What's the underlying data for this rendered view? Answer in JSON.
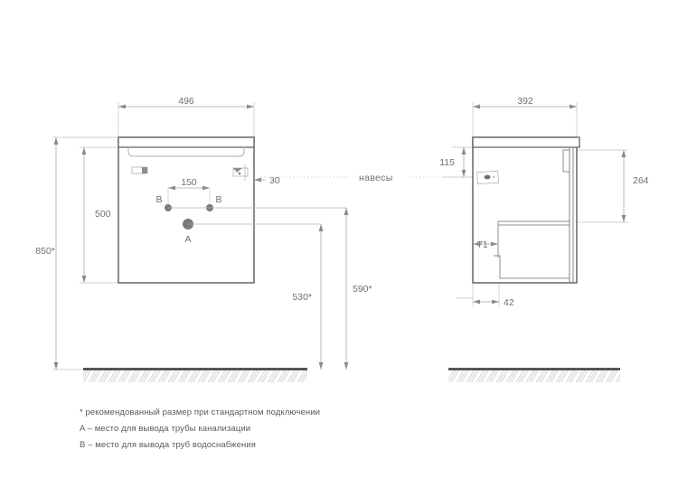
{
  "drawing": {
    "title_type": "technical-dimension-drawing",
    "front_view": {
      "dimensions": {
        "width_total": "496",
        "height_cabinet": "500",
        "height_overall": "850*",
        "spacing_brackets": "150",
        "edge_offset": "30",
        "drain_height": "530*",
        "supply_height": "590*"
      },
      "markers": {
        "supply_left": "B",
        "supply_right": "B",
        "drain": "A"
      }
    },
    "side_view": {
      "dimensions": {
        "depth_total": "392",
        "bracket_top": "115",
        "bracket_zone": "264",
        "plinth_offset": "71",
        "plinth_width": "42"
      }
    },
    "leader_label": "навесы",
    "legend": [
      "* рекомендованный размер при стандартном подключении",
      "A – место для вывода трубы канализации",
      "B – место для вывода труб водоснабжения"
    ]
  },
  "colors": {
    "outline": "#6e6e6e",
    "thin_line": "#b5b5b5",
    "dim_line": "#a8a8a8",
    "text": "#6f6f6f",
    "marker_fill": "#7a7a7a",
    "floor": "#3a3a3a",
    "hatch": "#c9c9c9",
    "background": "#ffffff"
  }
}
